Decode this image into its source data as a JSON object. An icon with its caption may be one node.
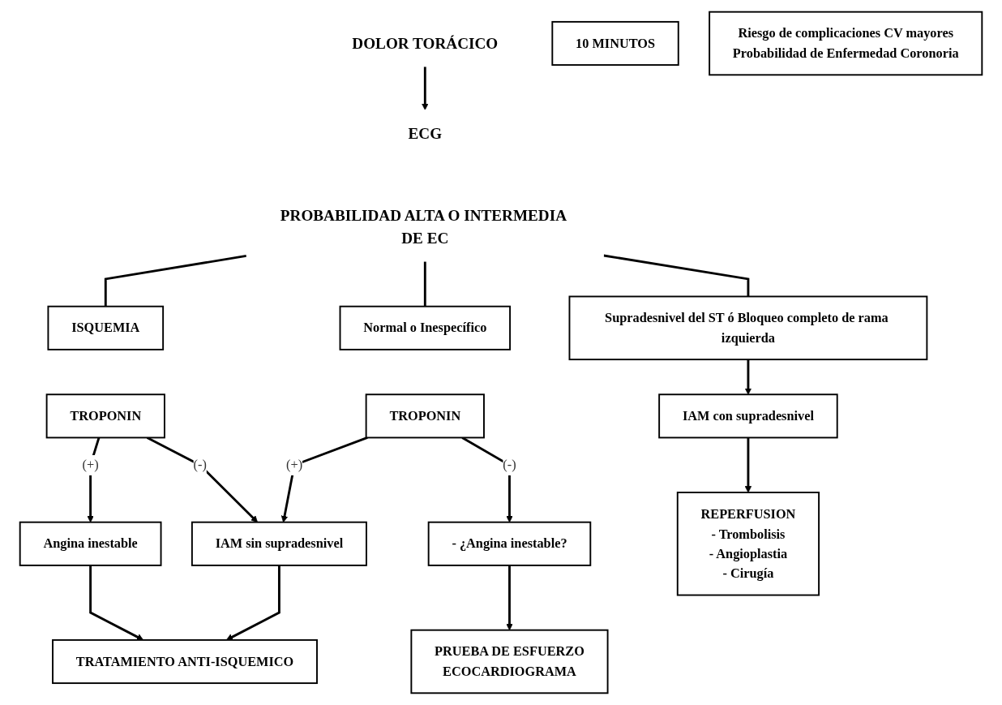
{
  "diagram": {
    "nodes": [
      {
        "text": [
          "DOLOR TORÁCICO"
        ]
      },
      {
        "text": [
          "10 MINUTOS"
        ]
      },
      {
        "text": [
          "Riesgo de complicaciones CV mayores",
          "Probabilidad de Enfermedad Coronoria"
        ]
      },
      {
        "text": [
          "ECG"
        ]
      },
      {
        "text": [
          "PROBABILIDAD ALTA O INTERMEDIA DE EC"
        ]
      },
      {
        "text": [
          "Supradesnivel del ST ó Bloqueo completo de rama izquierda"
        ]
      },
      {
        "text": [
          "ISQUEMIA"
        ]
      },
      {
        "text": [
          "Normal o Inespecífico"
        ]
      },
      {
        "text": [
          "TROPONIN"
        ]
      },
      {
        "text": [
          "TROPONIN"
        ]
      },
      {
        "text": [
          "IAM con supradesnivel"
        ]
      },
      {
        "text": [
          "Angina inestable"
        ]
      },
      {
        "text": [
          "IAM sin supradesnivel"
        ]
      },
      {
        "text": [
          "- ¿Angina inestable?"
        ]
      },
      {
        "text": [
          "REPERFUSION",
          "- Trombolisis",
          "- Angioplastia",
          "- Cirugía"
        ]
      },
      {
        "text": [
          "TRATAMIENTO ANTI-ISQUEMICO"
        ]
      },
      {
        "text": [
          "PRUEBA DE ESFUERZO",
          "ECOCARDIOGRAMA"
        ]
      }
    ],
    "edges": [
      {
        "from": 0,
        "to": 3,
        "arrow": "to"
      },
      {
        "from": 4,
        "to": 5,
        "arrow": "none"
      },
      {
        "from": 4,
        "to": 6,
        "arrow": "none"
      },
      {
        "from": 4,
        "to": 7,
        "arrow": "none"
      },
      {
        "from": 5,
        "to": 10,
        "arrow": "to"
      },
      {
        "from": 8,
        "to": 11,
        "arrow": "to",
        "label": "(+)"
      },
      {
        "from": 8,
        "to": 12,
        "arrow": "to",
        "label": "(-)"
      },
      {
        "from": 9,
        "to": 12,
        "arrow": "to",
        "label": "(+)"
      },
      {
        "from": 9,
        "to": 13,
        "arrow": "to",
        "label": "(-)"
      },
      {
        "from": 10,
        "to": 14,
        "arrow": "to"
      },
      {
        "from": 11,
        "to": 15,
        "arrow": "to"
      },
      {
        "from": 12,
        "to": 15,
        "arrow": "to"
      },
      {
        "from": 13,
        "to": 16,
        "arrow": "to"
      }
    ]
  }
}
